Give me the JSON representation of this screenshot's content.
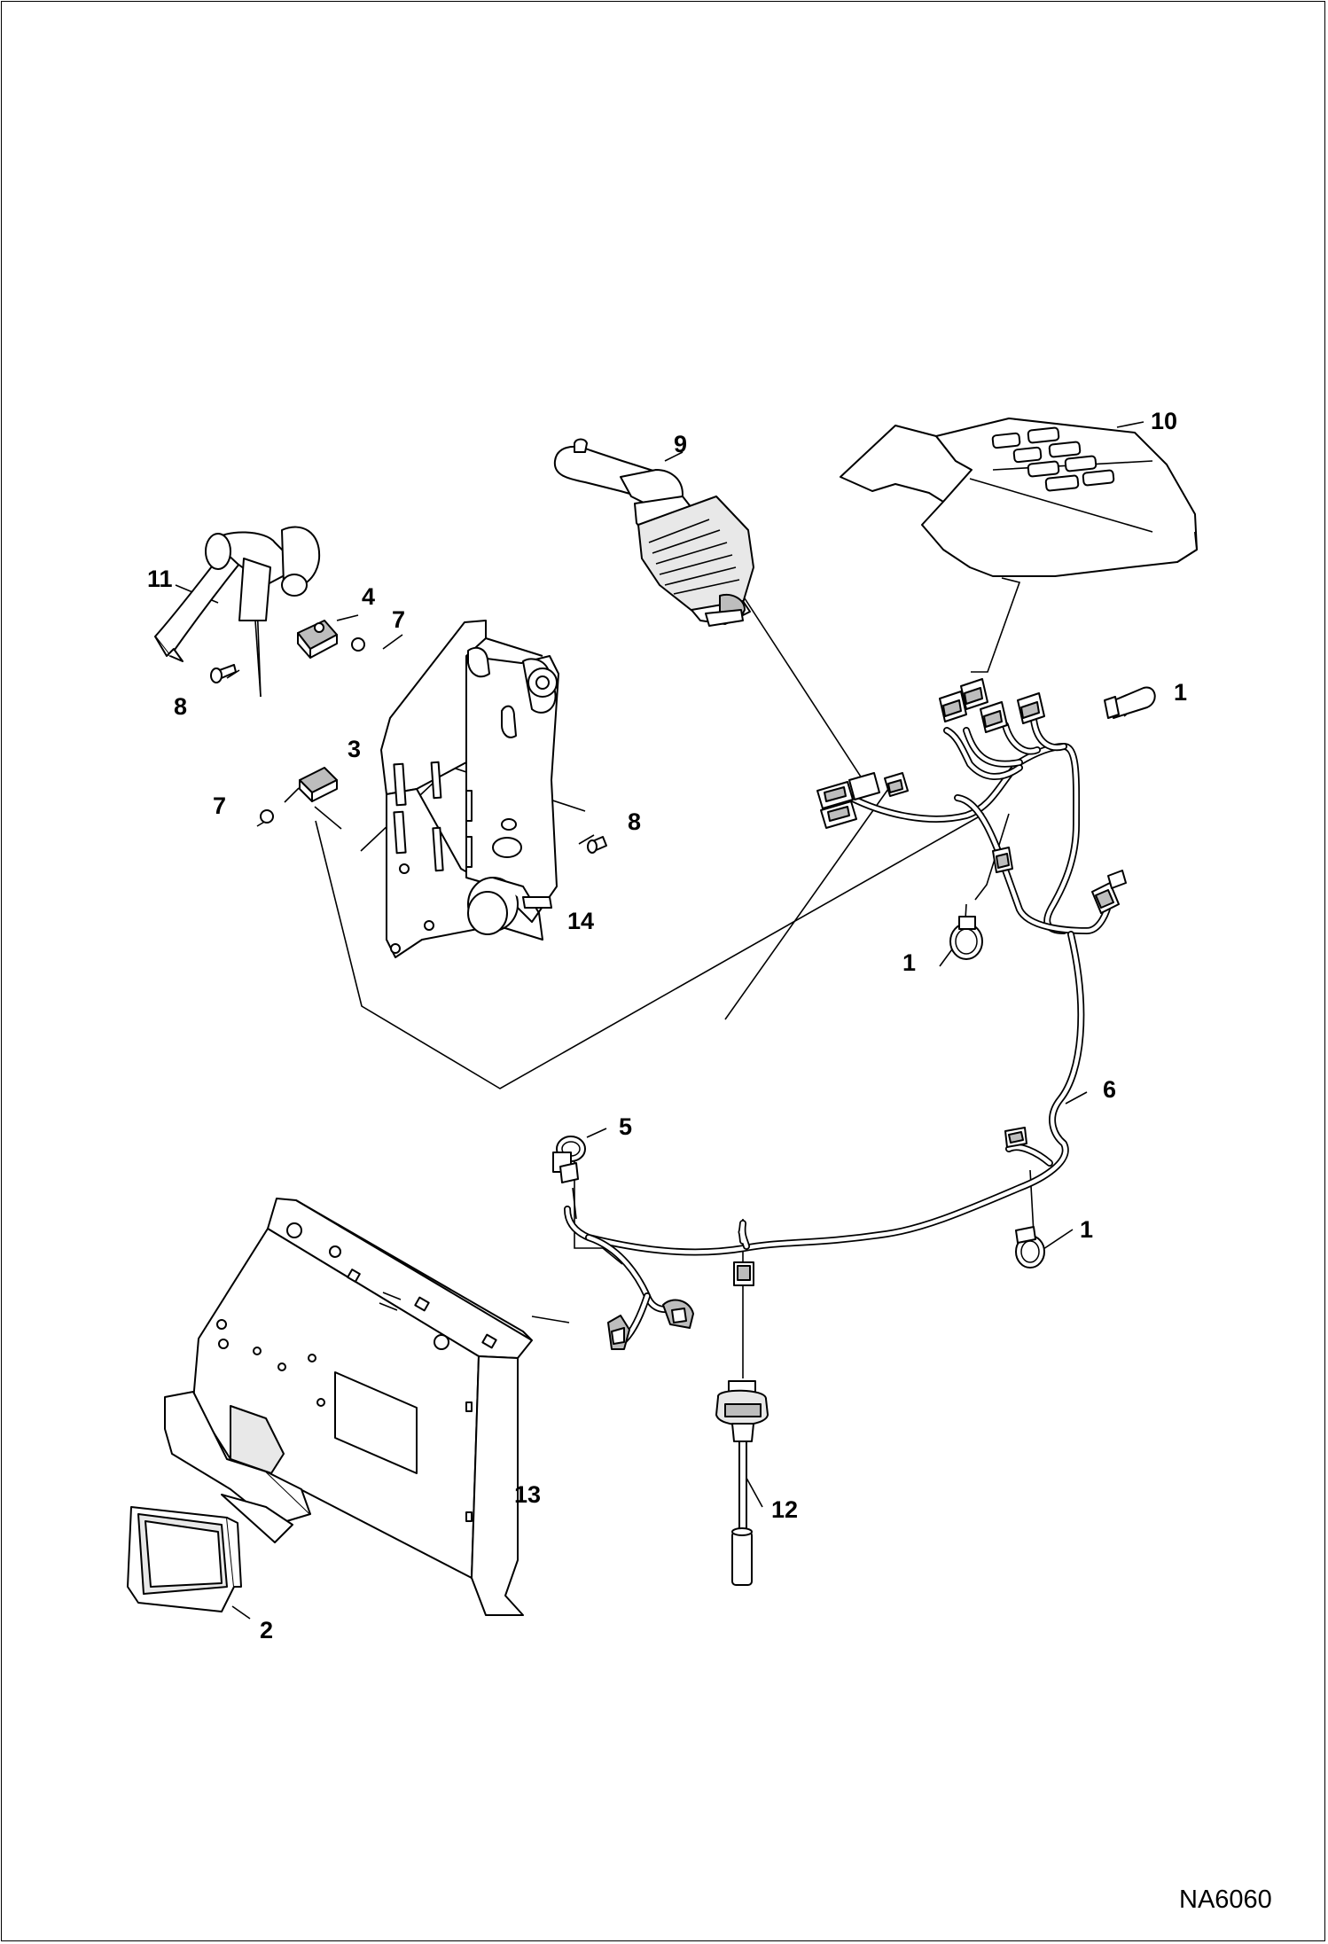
{
  "callouts": {
    "c1a": "1",
    "c1b": "1",
    "c1c": "1",
    "c2": "2",
    "c3": "3",
    "c4": "4",
    "c5": "5",
    "c6": "6",
    "c7a": "7",
    "c7b": "7",
    "c8a": "8",
    "c8b": "8",
    "c9": "9",
    "c10": "10",
    "c11": "11",
    "c12": "12",
    "c13": "13",
    "c14": "14"
  },
  "doc_id": "NA6060"
}
